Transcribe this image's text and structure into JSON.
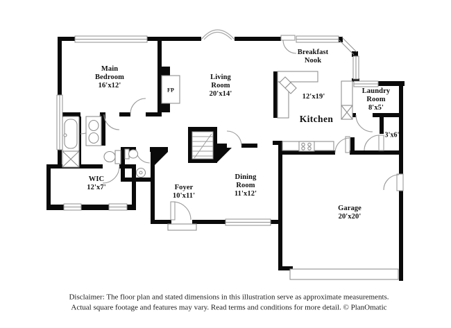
{
  "plan": {
    "rooms": [
      {
        "id": "main-bedroom",
        "lines": [
          "Main",
          "Bedroom",
          "16'x12'"
        ]
      },
      {
        "id": "living-room",
        "lines": [
          "Living",
          "Room",
          "20'x14'"
        ]
      },
      {
        "id": "breakfast-nook",
        "lines": [
          "Breakfast",
          "Nook"
        ]
      },
      {
        "id": "kitchen-dims",
        "lines": [
          "12'x19'"
        ]
      },
      {
        "id": "kitchen",
        "lines": [
          "Kitchen"
        ]
      },
      {
        "id": "laundry-room",
        "lines": [
          "Laundry",
          "Room",
          "8'x5'"
        ]
      },
      {
        "id": "closet",
        "lines": [
          "3'x6'"
        ]
      },
      {
        "id": "wic",
        "lines": [
          "WIC",
          "12'x7'"
        ]
      },
      {
        "id": "foyer",
        "lines": [
          "Foyer",
          "10'x11'"
        ]
      },
      {
        "id": "dining-room",
        "lines": [
          "Dining",
          "Room",
          "11'x12'"
        ]
      },
      {
        "id": "garage",
        "lines": [
          "Garage",
          "20'x20'"
        ]
      },
      {
        "id": "fireplace",
        "lines": [
          "FP"
        ]
      }
    ],
    "disclaimer": [
      "Disclaimer: The floor plan and stated dimensions in this illustration serve as approximate measurements.",
      "Actual square footage and features may vary. Read terms and conditions for more detail. © PlanOmatic"
    ]
  },
  "colors": {
    "wall": "#0a0a0a",
    "fixture_outline": "#8f8f8f",
    "text": "#111111"
  }
}
